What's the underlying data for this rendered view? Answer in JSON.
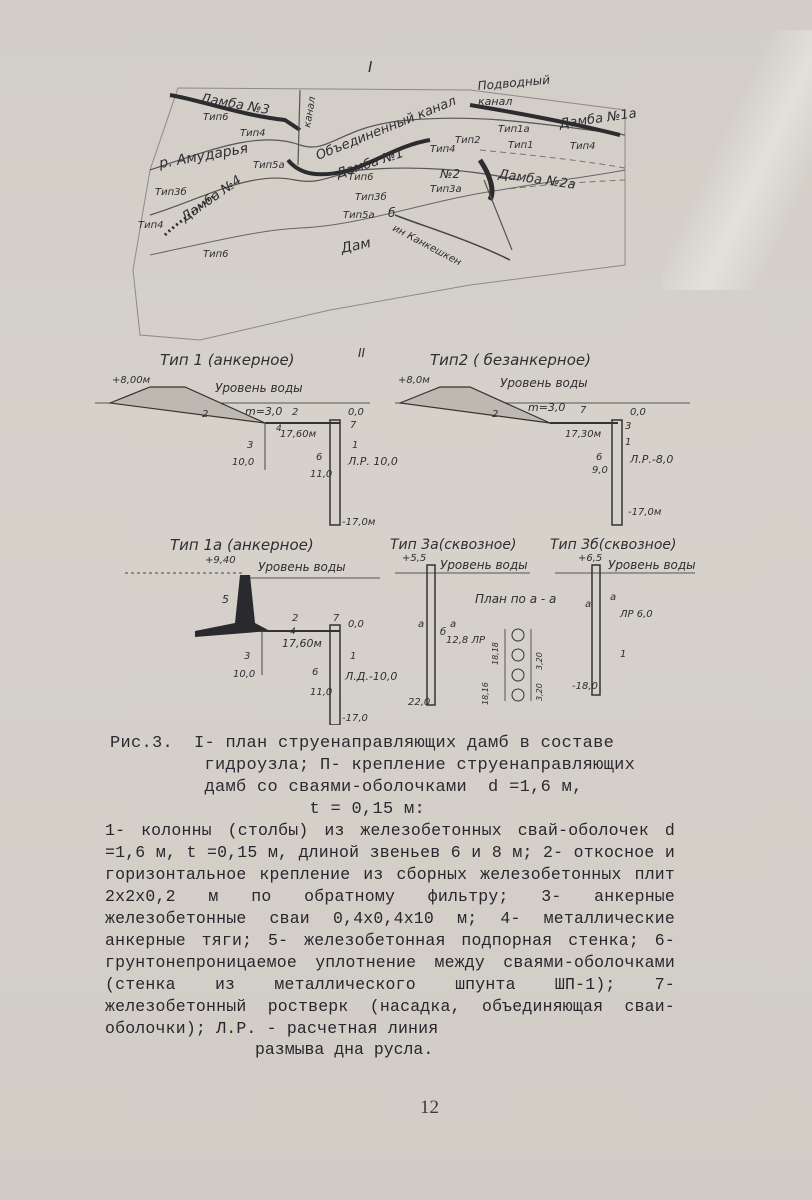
{
  "plan": {
    "roman_i": "I",
    "labels": {
      "damba3": "Дамба №3",
      "tip6_a": "Тип6",
      "tip4_a": "Тип4",
      "kanal_vert": "канал",
      "obedinenny": "Объединенный канал",
      "podvodny": "Подводный",
      "kanal_small": "канал",
      "damba1a": "Дамба №1а",
      "amudarya": "р. Амударья",
      "tip5a_a": "Тип5а",
      "damba1": "Дамба №1",
      "tip4_b": "Тип4",
      "tip2": "Тип2",
      "tip1a": "Тип1а",
      "tip1": "Тип1",
      "tip4_c": "Тип4",
      "tip6_b": "Тип6",
      "n2": "№2",
      "tip3a": "Тип3а",
      "damba2a": "Дамба №2а",
      "tip3b_a": "Тип3б",
      "tip3b_b": "Тип3б",
      "tip5a_b": "Тип5а",
      "damba4": "Дамба №4",
      "tip4_d": "Тип4",
      "tip6_c": "Тип6",
      "dam": "Дам",
      "b6": "б",
      "kankoshken": "ин Канкешкен"
    }
  },
  "sections": {
    "roman_ii": "II",
    "type1": {
      "title": "Тип 1 (анкерное)",
      "elev_top": "+8,00м",
      "water": "Уровень воды",
      "slope": "m=3,0",
      "n2": "2",
      "n2b": "2",
      "n3": "3",
      "n4": "4",
      "n6": "6",
      "n7": "7",
      "n1": "1",
      "el00": "0,0",
      "len": "17,60м",
      "el10": "10,0",
      "lr": "Л.Р. 10,0",
      "el110": "11,0",
      "el170": "-17,0м"
    },
    "type2": {
      "title": "Тип2 ( безанкерное)",
      "elev_top": "+8,0м",
      "water": "Уровень воды",
      "slope": "m=3,0",
      "n2": "2",
      "n7": "7",
      "n3": "3",
      "n1": "1",
      "n6": "6",
      "el00": "0,0",
      "len": "17,30м",
      "el90": "9,0",
      "lr": "Л.Р.-8,0",
      "el170": "-17,0м"
    },
    "type1a": {
      "title": "Тип 1а (анкерное)",
      "elev_top": "+9,40",
      "water": "Уровень воды",
      "n5": "5",
      "n2": "2",
      "n7": "7",
      "n4": "4",
      "n3": "3",
      "n6": "6",
      "n1": "1",
      "el00": "0,0",
      "len": "17,60м",
      "el100": "10,0",
      "lr": "Л.Д.-10,0",
      "el110": "11,0",
      "el170": "-17,0"
    },
    "type3a": {
      "title": "Тип 3а(сквозное)",
      "elev_top": "+5,5",
      "water": "Уровень воды",
      "a1": "а",
      "b": "б",
      "a2": "а",
      "lr": "12,8 ЛР",
      "el220": "22,0",
      "plan_label": "План по а - а",
      "dim1": "18,16",
      "dim2": "18,18",
      "dim3": "3,20",
      "dim4": "3,20"
    },
    "type3b": {
      "title": "Тип 3б(сквозное)",
      "elev_top": "+6,5",
      "water": "Уровень воды",
      "a1": "а",
      "a2": "а",
      "lr": "ЛР 6,0",
      "n1": "1",
      "el180": "-18,0"
    }
  },
  "caption": {
    "lines": [
      "Рис.3.  I- план струенаправляющих дамб в составе",
      "         гидроузла; П- крепление струенаправляющих",
      "         дамб со сваями-оболочками  d =1,6 м,",
      "                   t = 0,15 м:"
    ]
  },
  "legend": {
    "text": "1- колонны (столбы) из железобетонных свай-оболочек  d =1,6 м, t =0,15 м, длиной звеньев 6 и 8 м; 2- откосное и горизонтальное крепление из сборных железобетонных плит 2х2х0,2 м по обратному фильтру; 3- анкерные железобетонные сваи 0,4х0,4х10 м; 4- металлические анкерные тяги; 5- железобетонная подпорная стенка; 6- грунтонепроницаемое уплотнение между сваями-оболочками (стенка из металлического шпунта ШП-1); 7- железобетонный ростверк (насадка, объединяющая сваи-оболочки); Л.Р. - расчетная линия",
    "last_line": "размыва дна русла."
  },
  "page_number": "12"
}
